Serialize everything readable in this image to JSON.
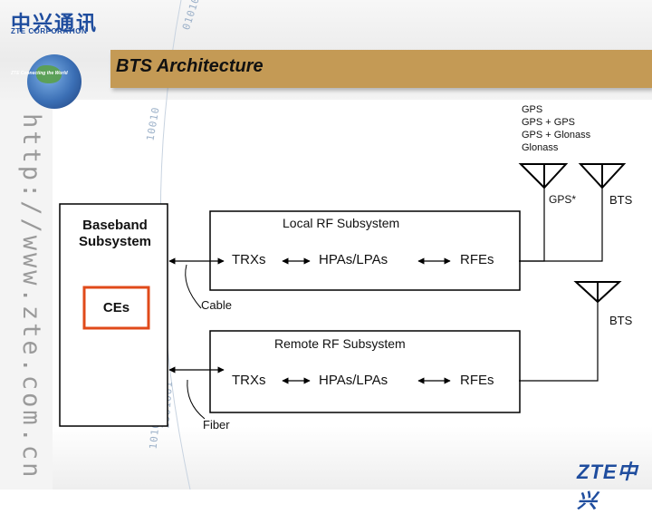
{
  "branding": {
    "logo_cn": "中兴通讯",
    "logo_en": "ZTE CORPORATION",
    "globe_tagline": "ZTE Connecting the World",
    "footer_logo": "ZTE中兴",
    "url_watermark": "http://www.zte.com.cn",
    "binary_top": "01010",
    "binary_mid": "10010",
    "binary_low": "10101",
    "binary_bottom": "1001001"
  },
  "slide": {
    "title": "BTS Architecture"
  },
  "gnss_list": [
    "GPS",
    "GPS + GPS",
    "GPS + Glonass",
    "Glonass"
  ],
  "diagram": {
    "baseband_label": "Baseband\nSubsystem",
    "ces_label": "CEs",
    "local_group_label": "Local RF Subsystem",
    "remote_group_label": "Remote RF Subsystem",
    "local_trx": "TRXs",
    "local_hpa": "HPAs/LPAs",
    "local_rfe": "RFEs",
    "remote_trx": "TRXs",
    "remote_hpa": "HPAs/LPAs",
    "remote_rfe": "RFEs",
    "cable_label": "Cable",
    "fiber_label": "Fiber",
    "gps_antenna_label": "GPS*",
    "bts_top_label": "BTS",
    "bts_mid_label": "BTS"
  },
  "colors": {
    "title_bar": "#c49a55",
    "ces_border": "#e04a1a",
    "brand_blue": "#1f4d9e"
  }
}
